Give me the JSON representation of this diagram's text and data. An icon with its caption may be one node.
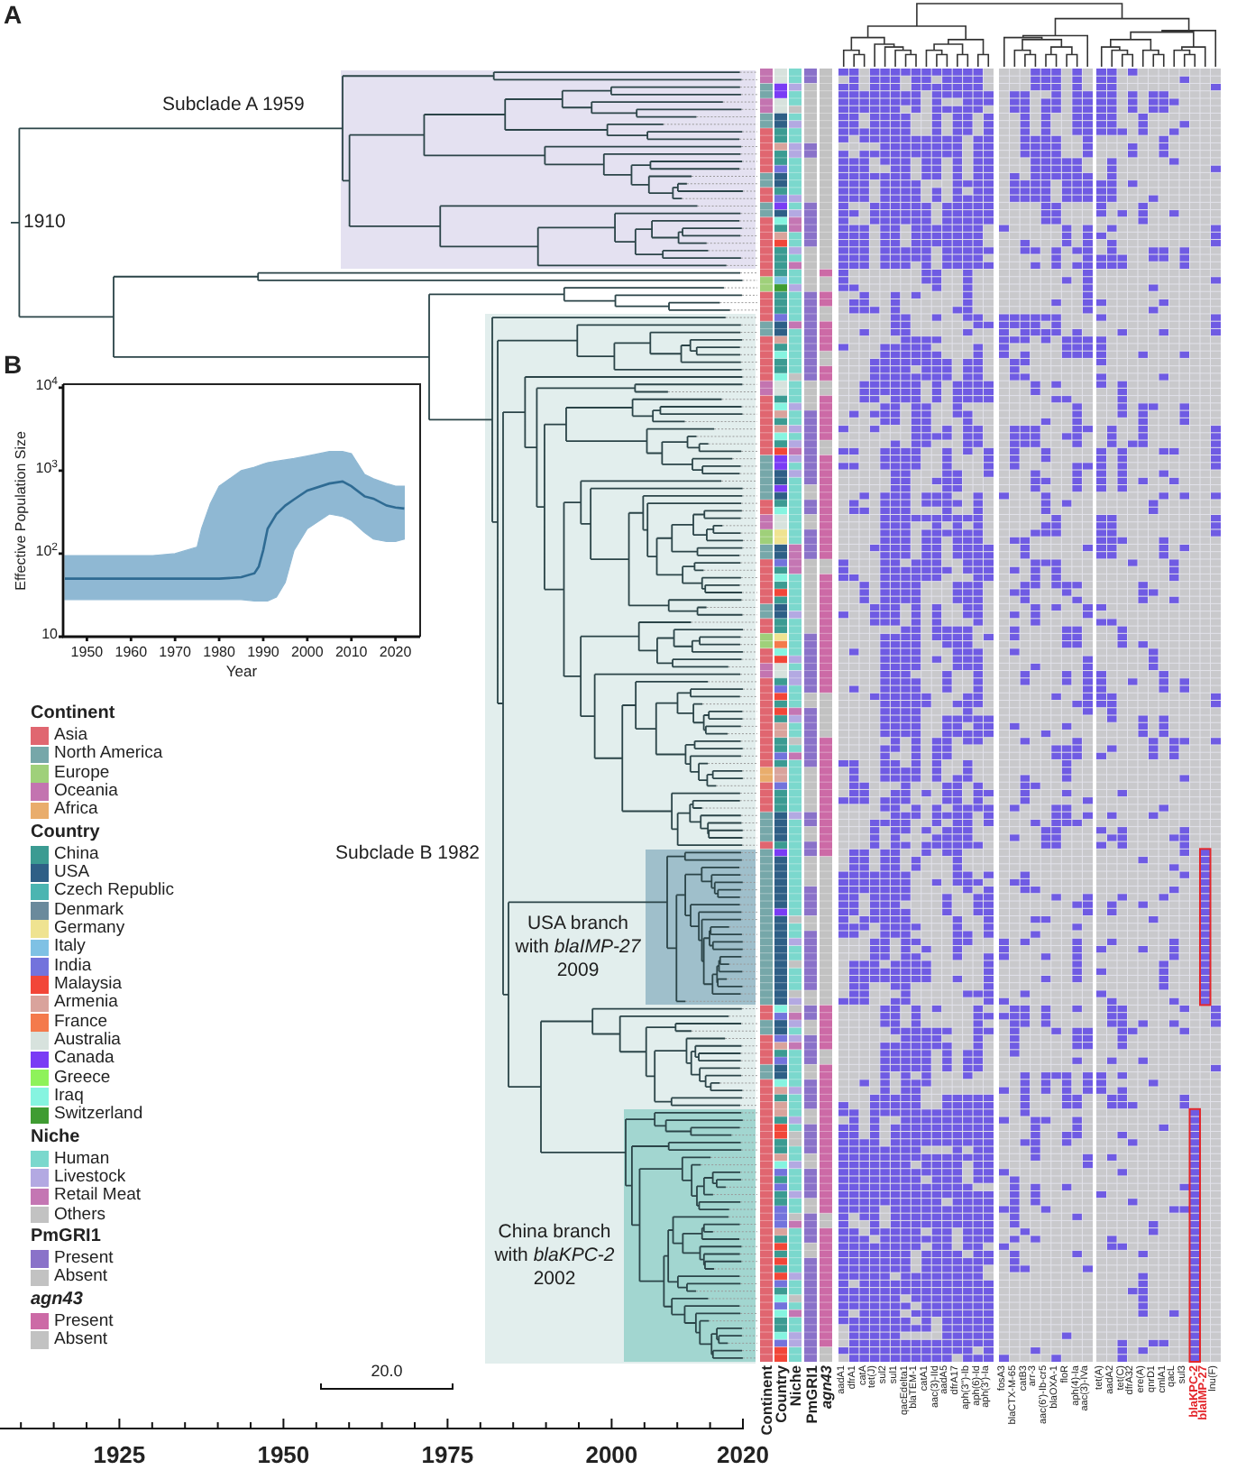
{
  "diagram": {
    "nodes": [
      {
        "text": [
          "Subclade A 1959"
        ]
      },
      {
        "text": [
          "Subclade B 1982"
        ]
      },
      {
        "text": [
          "USA branch with *blaIMP-27* 2009"
        ],
        "in": 1
      },
      {
        "text": [
          "China branch with *blaKPC-2* 2002"
        ],
        "in": 1
      }
    ],
    "labels": [
      "A",
      "1910",
      "B",
      "10$^{4}$",
      "10$^{3}$",
      "10$^{2}$",
      "10",
      "Effective Population Size",
      "1950",
      "1960",
      "1970",
      "1980",
      "1990",
      "2000",
      "2010",
      "2020",
      "Year",
      "Continent",
      "Country",
      "Niche",
      "PmGRI1",
      "agn43",
      "20.0",
      "Continent",
      "Country",
      "Niche",
      "PmGRI1",
      "agn43",
      "aadA1",
      "dfrA1",
      "catA",
      "tet(J)",
      "sul2",
      "sul1",
      "qacEdelta1",
      "blaTEM-1",
      "catA1",
      "aac(3)-IId",
      "aadA5",
      "dfrA17",
      "aph(3'')-Ib",
      "aph(6)-Id",
      "aph(3')-Ia",
      "fosA3",
      "blaCTX-M-65",
      "catB3",
      "arr-3",
      "aac(6')-Ib-cr5",
      "blaOXA-1",
      "floR",
      "aph(4)-Ia",
      "aac(3)-IVa",
      "tet(A)",
      "aadA2",
      "tet(C)",
      "dfrA32",
      "ere(A)",
      "qnrD1",
      "cmlA1",
      "qacL",
      "sul3",
      "blaKPC-2",
      "blaIMP-27",
      "lnu(F)",
      "1925",
      "1950",
      "1975",
      "2000",
      "2020"
    ],
    "legend": [
      {
        "text": "Asia",
        "color": "#e06670"
      },
      {
        "text": "North America",
        "color": "#76a7a9"
      },
      {
        "text": "Europe",
        "color": "#9fd07a"
      },
      {
        "text": "Oceania",
        "color": "#c374b0"
      },
      {
        "text": "Africa",
        "color": "#e9ad6c"
      },
      {
        "text": "China",
        "color": "#3b9b92"
      },
      {
        "text": "USA",
        "color": "#2e5f86"
      },
      {
        "text": "Czech Republic",
        "color": "#4bb5b1"
      },
      {
        "text": "Denmark",
        "color": "#6a8a9c"
      },
      {
        "text": "Germany",
        "color": "#efe391"
      },
      {
        "text": "Italy",
        "color": "#7fc1e4"
      },
      {
        "text": "India",
        "color": "#7373dc"
      },
      {
        "text": "Malaysia",
        "color": "#f24638"
      },
      {
        "text": "Armenia",
        "color": "#d9a39c"
      },
      {
        "text": "France",
        "color": "#f47a4c"
      },
      {
        "text": "Australia",
        "color": "#d7e2dd"
      },
      {
        "text": "Canada",
        "color": "#7a3cf5"
      },
      {
        "text": "Greece",
        "color": "#8ef25a"
      },
      {
        "text": "Iraq",
        "color": "#86f4e0"
      },
      {
        "text": "Switzerland",
        "color": "#3f9c32"
      },
      {
        "text": "Human",
        "color": "#7bd8cd"
      },
      {
        "text": "Livestock",
        "color": "#b3a9e2"
      },
      {
        "text": "Retail Meat",
        "color": "#c476b3"
      },
      {
        "text": "Others",
        "color": "#c2c2c2"
      },
      {
        "text": "Present",
        "color": "#8a72c9"
      },
      {
        "text": "Absent",
        "color": "#c2c2c2"
      },
      {
        "text": "Present",
        "color": "#cc6aa6"
      },
      {
        "text": "Absent",
        "color": "#c2c2c2"
      }
    ]
  }
}
